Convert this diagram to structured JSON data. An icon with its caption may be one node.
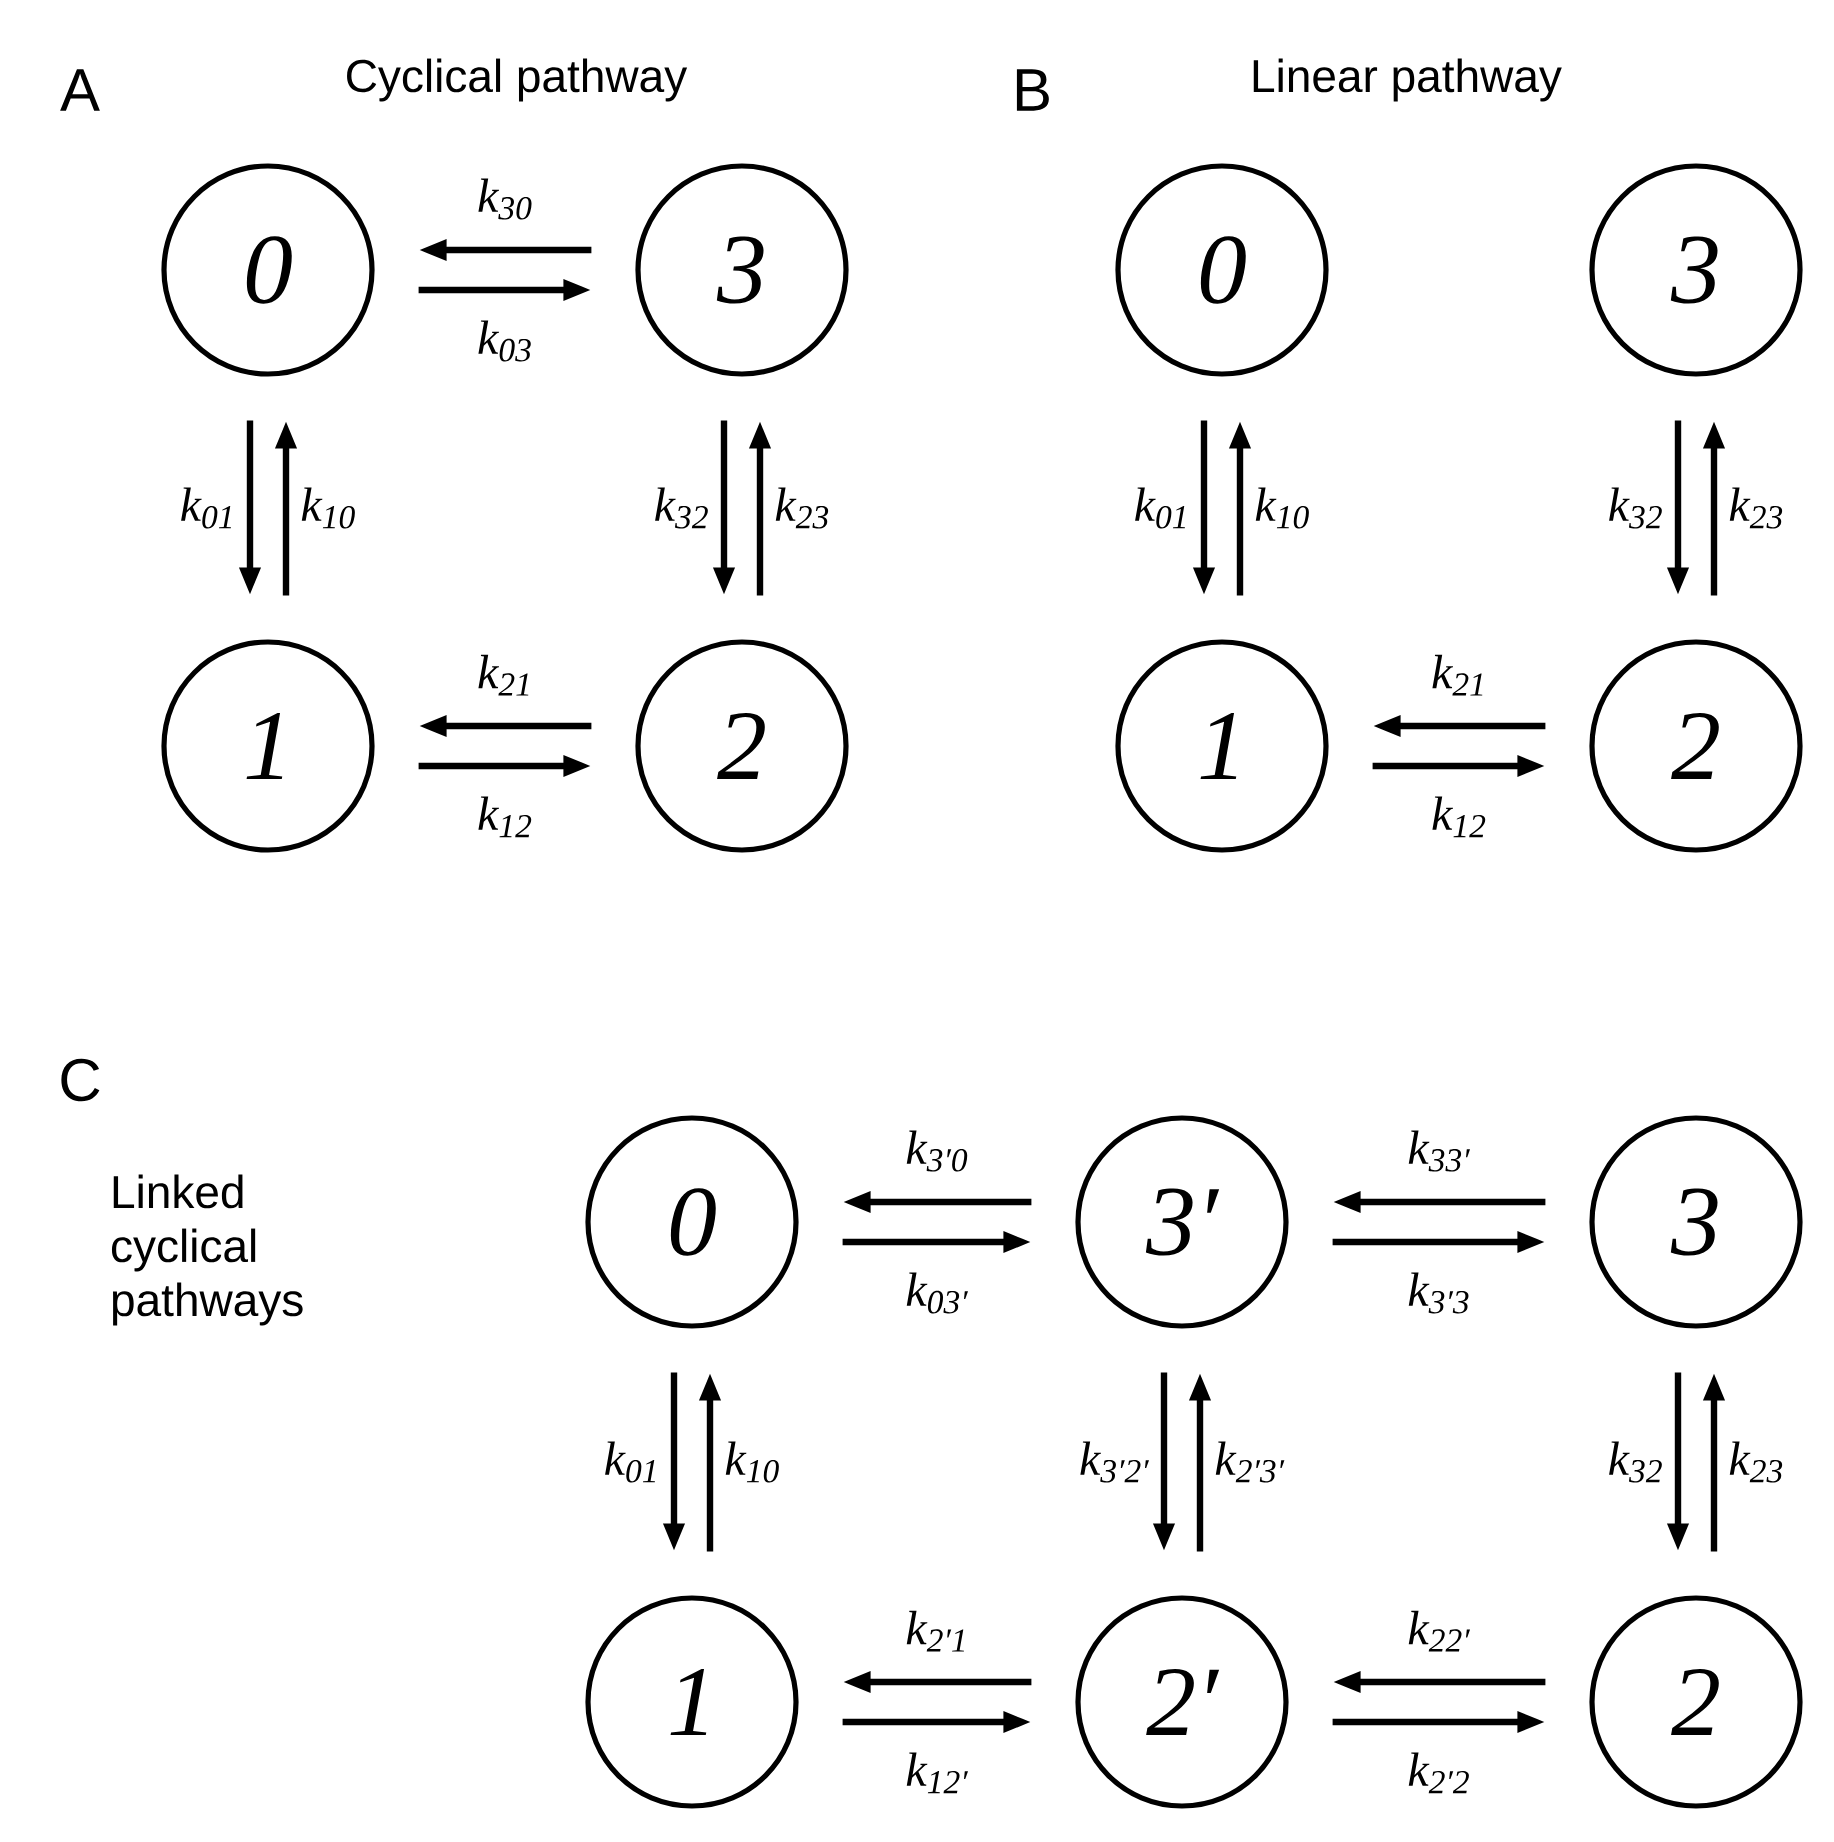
{
  "diagram": {
    "nodes": [
      {
        "text": [
          "0"
        ]
      },
      {
        "text": [
          "3"
        ]
      },
      {
        "text": [
          "1"
        ]
      },
      {
        "text": [
          "2"
        ]
      },
      {
        "text": [
          "0"
        ]
      },
      {
        "text": [
          "3"
        ]
      },
      {
        "text": [
          "1"
        ]
      },
      {
        "text": [
          "2"
        ]
      },
      {
        "text": [
          "0"
        ]
      },
      {
        "text": [
          "3′"
        ]
      },
      {
        "text": [
          "3"
        ]
      },
      {
        "text": [
          "1"
        ]
      },
      {
        "text": [
          "2′"
        ]
      },
      {
        "text": [
          "2"
        ]
      }
    ],
    "edges": [
      {
        "from": 1,
        "to": 0,
        "arrow": "to",
        "label": "k$_{30}$"
      },
      {
        "from": 0,
        "to": 1,
        "arrow": "to",
        "label": "k$_{03}$"
      },
      {
        "from": 0,
        "to": 2,
        "arrow": "to",
        "label": "k$_{01}$"
      },
      {
        "from": 2,
        "to": 0,
        "arrow": "to",
        "label": "k$_{10}$"
      },
      {
        "from": 1,
        "to": 3,
        "arrow": "to",
        "label": "k$_{32}$"
      },
      {
        "from": 3,
        "to": 1,
        "arrow": "to",
        "label": "k$_{23}$"
      },
      {
        "from": 3,
        "to": 2,
        "arrow": "to",
        "label": "k$_{21}$"
      },
      {
        "from": 2,
        "to": 3,
        "arrow": "to",
        "label": "k$_{12}$"
      },
      {
        "from": 4,
        "to": 6,
        "arrow": "to",
        "label": "k$_{01}$"
      },
      {
        "from": 6,
        "to": 4,
        "arrow": "to",
        "label": "k$_{10}$"
      },
      {
        "from": 5,
        "to": 7,
        "arrow": "to",
        "label": "k$_{32}$"
      },
      {
        "from": 7,
        "to": 5,
        "arrow": "to",
        "label": "k$_{23}$"
      },
      {
        "from": 7,
        "to": 6,
        "arrow": "to",
        "label": "k$_{21}$"
      },
      {
        "from": 6,
        "to": 7,
        "arrow": "to",
        "label": "k$_{12}$"
      },
      {
        "from": 9,
        "to": 8,
        "arrow": "to",
        "label": "k$_{3′0}$"
      },
      {
        "from": 8,
        "to": 9,
        "arrow": "to",
        "label": "k$_{03′}$"
      },
      {
        "from": 10,
        "to": 9,
        "arrow": "to",
        "label": "k$_{33′}$"
      },
      {
        "from": 9,
        "to": 10,
        "arrow": "to",
        "label": "k$_{3′3}$"
      },
      {
        "from": 8,
        "to": 11,
        "arrow": "to",
        "label": "k$_{01}$"
      },
      {
        "from": 11,
        "to": 8,
        "arrow": "to",
        "label": "k$_{10}$"
      },
      {
        "from": 9,
        "to": 12,
        "arrow": "to",
        "label": "k$_{3′2′}$"
      },
      {
        "from": 12,
        "to": 9,
        "arrow": "to",
        "label": "k$_{2′3′}$"
      },
      {
        "from": 10,
        "to": 13,
        "arrow": "to",
        "label": "k$_{32}$"
      },
      {
        "from": 13,
        "to": 10,
        "arrow": "to",
        "label": "k$_{23}$"
      },
      {
        "from": 12,
        "to": 11,
        "arrow": "to",
        "label": "k$_{2′1}$"
      },
      {
        "from": 11,
        "to": 12,
        "arrow": "to",
        "label": "k$_{12′}$"
      },
      {
        "from": 13,
        "to": 12,
        "arrow": "to",
        "label": "k$_{22′}$"
      },
      {
        "from": 12,
        "to": 13,
        "arrow": "to",
        "label": "k$_{2′2}$"
      }
    ],
    "labels": [
      "A",
      "Cyclical pathway",
      "B",
      "Linear pathway",
      "C",
      "Linked cyclical pathways"
    ]
  }
}
